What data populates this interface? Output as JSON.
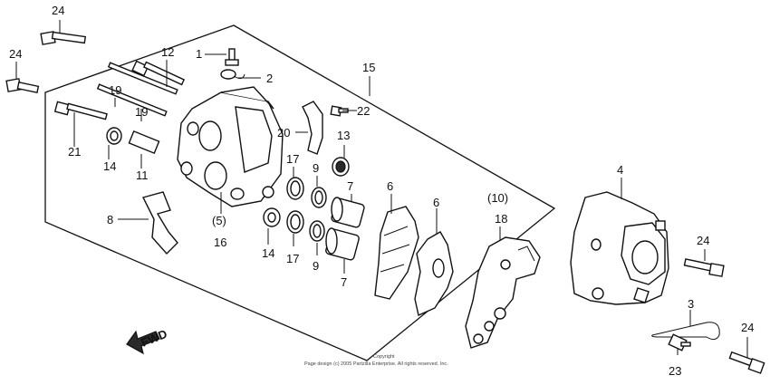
{
  "labels": {
    "l1": "1",
    "l2": "2",
    "l3": "3",
    "l4": "4",
    "l5": "(5)",
    "l6a": "6",
    "l6b": "6",
    "l7a": "7",
    "l7b": "7",
    "l8": "8",
    "l9a": "9",
    "l9b": "9",
    "l10": "(10)",
    "l11": "11",
    "l12": "12",
    "l13": "13",
    "l14a": "14",
    "l14b": "14",
    "l15": "15",
    "l16": "16",
    "l17a": "17",
    "l17b": "17",
    "l18": "18",
    "l19a": "19",
    "l19b": "19",
    "l20": "20",
    "l21": "21",
    "l22": "22",
    "l23": "23",
    "l24a": "24",
    "l24b": "24",
    "l24c": "24",
    "l24d": "24",
    "fwd": "FWD"
  },
  "footer": {
    "copyright": "Copyright",
    "notice": "Page design (c) 2005 Partzilla Enterprise. All rights reserved. Inc."
  },
  "colors": {
    "ink": "#111111",
    "background": "#ffffff"
  }
}
